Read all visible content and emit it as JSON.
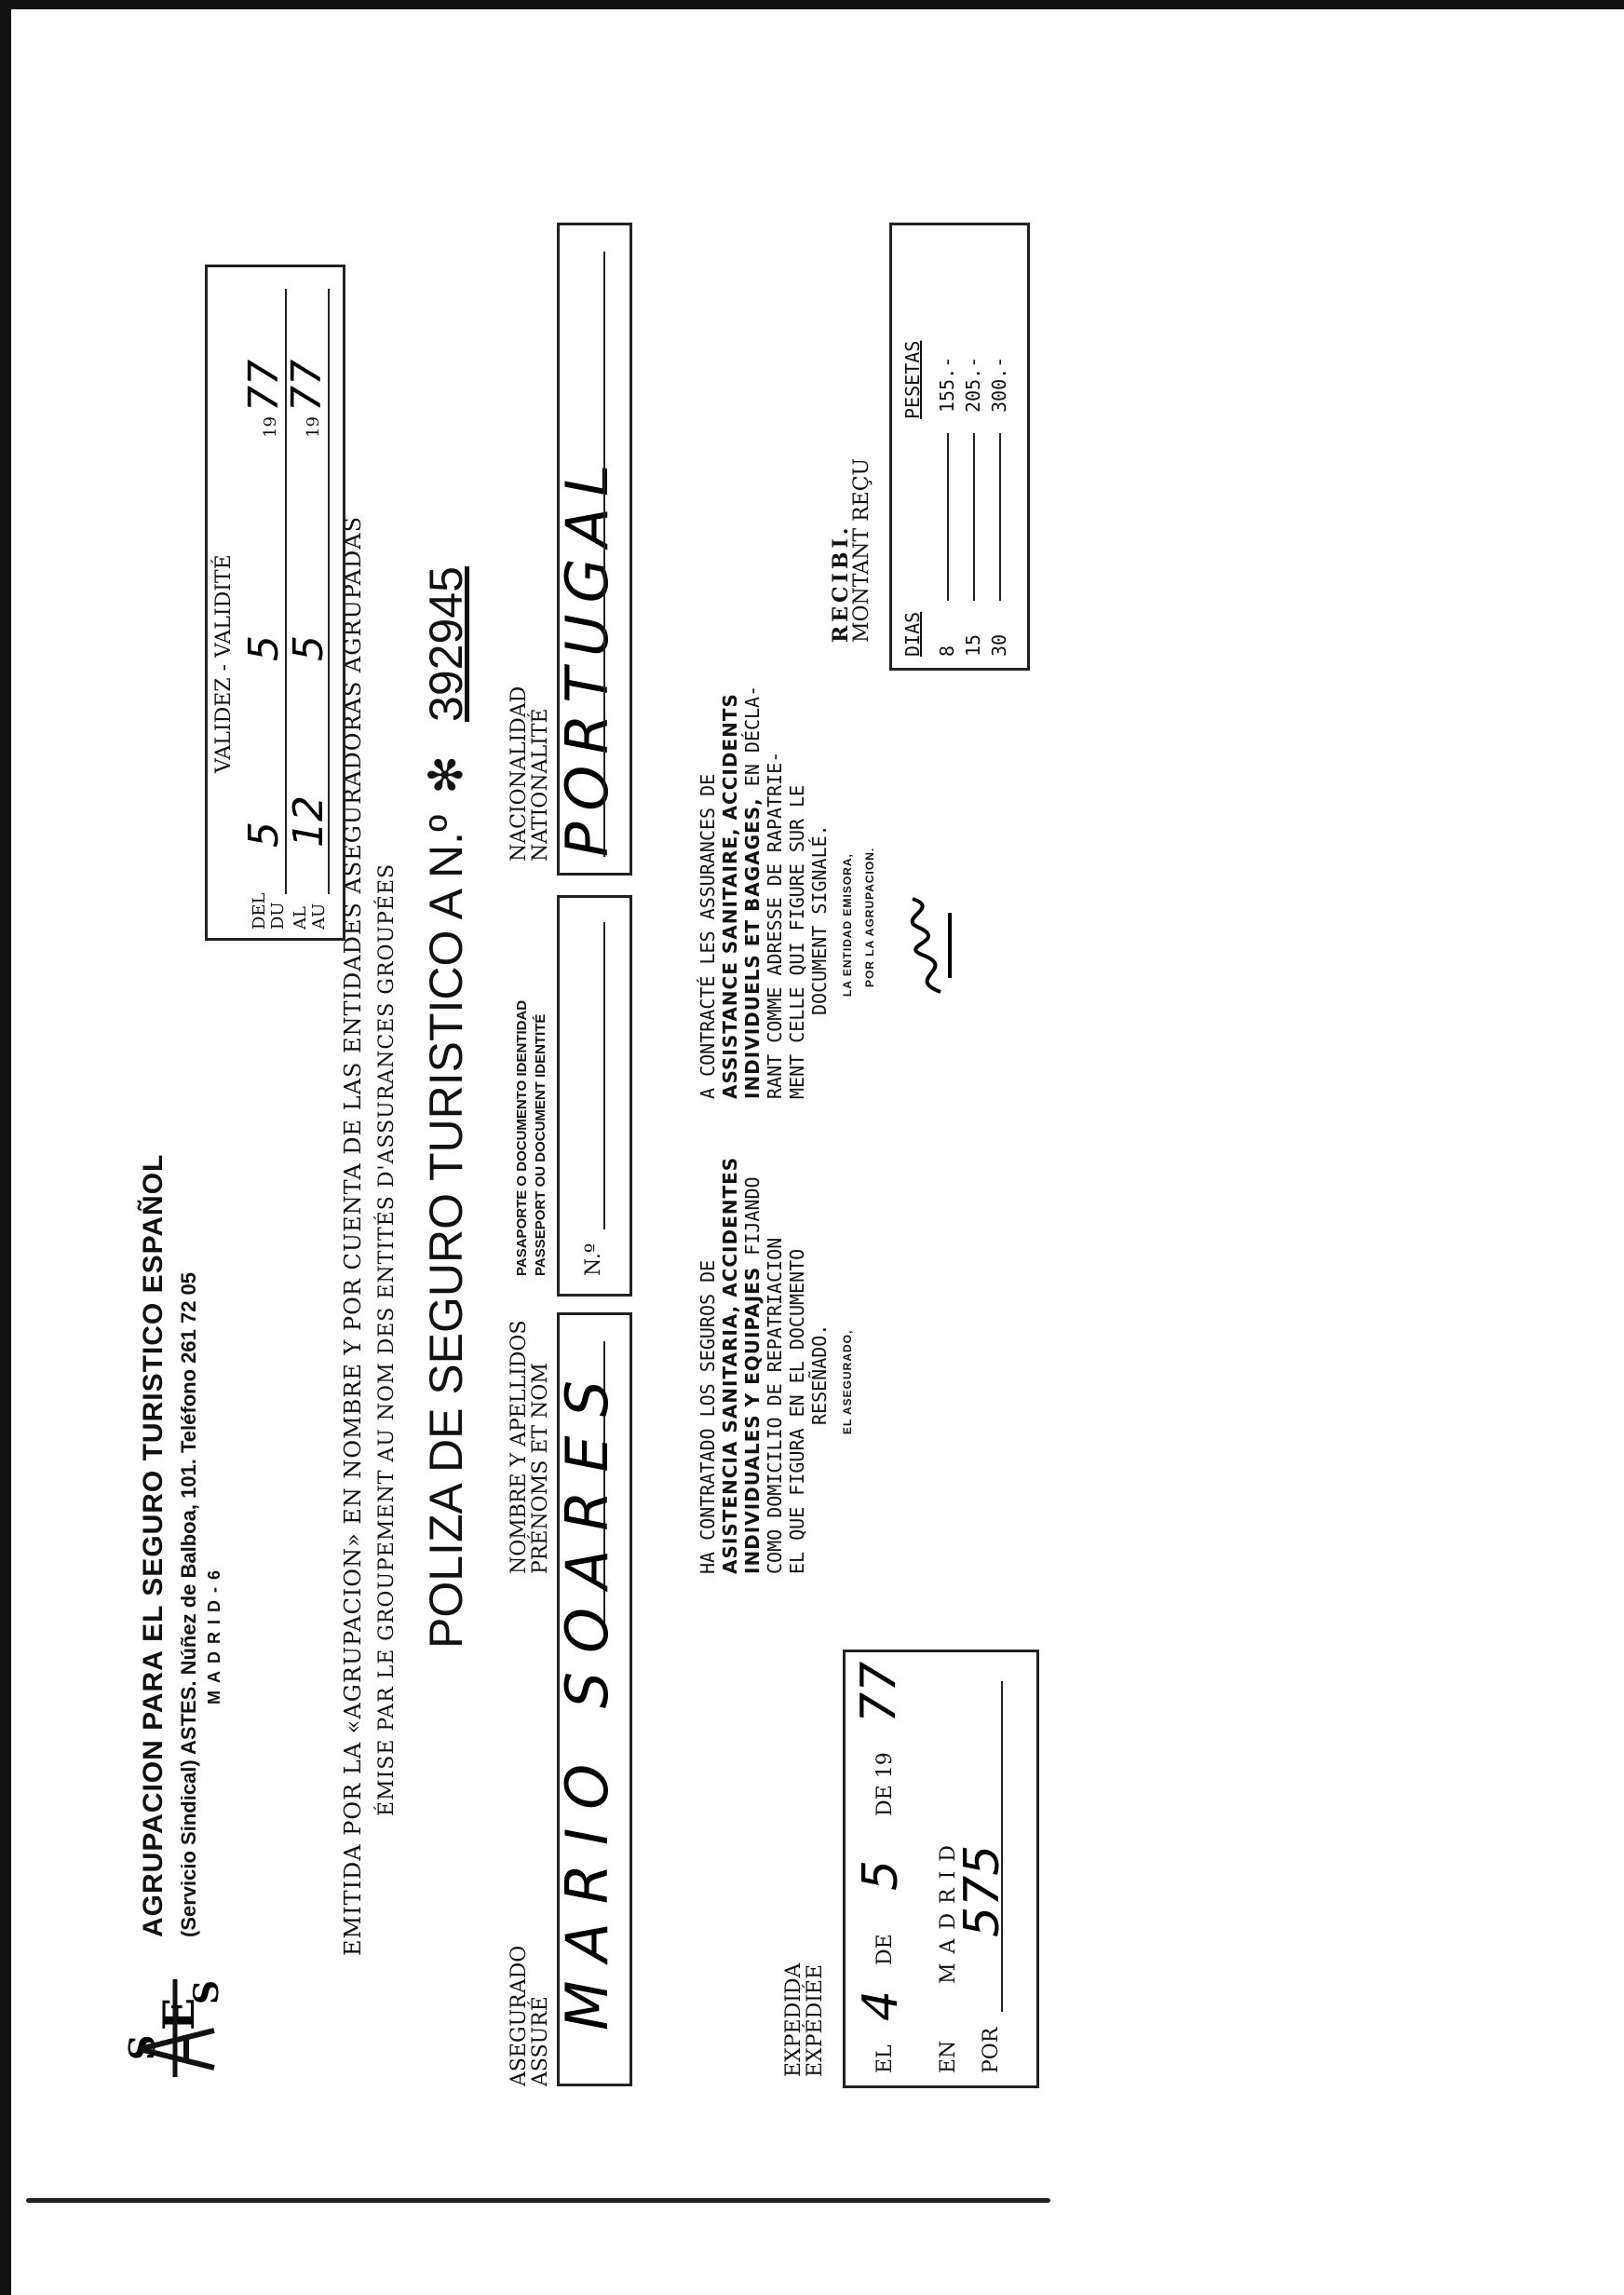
{
  "header": {
    "org_name": "AGRUPACION PARA EL SEGURO TURISTICO ESPAÑOL",
    "org_address": "(Servicio Sindical) ASTES. Núñez de Balboa, 101. Teléfono 261 72 05",
    "org_city": "MADRID-6",
    "logo_text": "ASTES"
  },
  "emission": {
    "line_es": "EMITIDA POR LA «AGRUPACION» EN NOMBRE Y POR CUENTA DE LAS ENTIDADES ASEGURADORAS AGRUPADAS",
    "line_fr": "ÉMISE PAR LE GROUPEMENT AU NOM DES ENTITÉS D'ASSURANCES GROUPÉES"
  },
  "title": {
    "text": "POLIZA DE SEGURO TURISTICO A N.º",
    "star": "✻",
    "number": "392945"
  },
  "validity": {
    "title": "VALIDEZ - VALIDITÉ",
    "del_label": "DEL",
    "du_label": "DU",
    "al_label": "AL",
    "au_label": "AU",
    "from_day": "5",
    "from_month": "5",
    "from_year_prefix": "19",
    "from_year": "77",
    "to_day": "12",
    "to_month": "5",
    "to_year_prefix": "19",
    "to_year": "77"
  },
  "insured": {
    "label_es": "ASEGURADO",
    "label_fr": "ASSURÉ",
    "name_label_es": "NOMBRE Y APELLIDOS",
    "name_label_fr": "PRÉNOMS ET NOM",
    "name_value": "MARIO SOARES"
  },
  "passport": {
    "label_es": "PASAPORTE O DOCUMENTO IDENTIDAD",
    "label_fr": "PASSEPORT OU DOCUMENT IDENTITÉ",
    "number_label": "N.º"
  },
  "nationality": {
    "label_es": "NACIONALIDAD",
    "label_fr": "NATIONALITÉ",
    "value": "PORTUGAL"
  },
  "issued": {
    "label_es": "EXPEDIDA",
    "label_fr": "EXPÉDIÉE",
    "el": "EL",
    "day": "4",
    "de1": "DE",
    "month": "5",
    "de2": "DE 19",
    "year": "77",
    "en": "EN",
    "city": "MADRID",
    "por": "POR",
    "por_value": "575"
  },
  "text_es": {
    "l1": "HA CONTRATADO LOS SEGUROS DE",
    "l2": "ASISTENCIA SANITARIA, ACCIDENTES",
    "l3a": "INDIVIDUALES Y EQUIPAJES",
    "l3b": " FIJANDO",
    "l4": "COMO DOMICILIO DE REPATRIACION",
    "l5": "EL QUE FIGURA EN EL DOCUMENTO",
    "l6": "RESEÑADO.",
    "sign": "EL ASEGURADO,"
  },
  "text_fr": {
    "l1": "A CONTRACTÉ LES ASSURANCES DE",
    "l2": "ASSISTANCE SANITAIRE, ACCIDENTS",
    "l3a": "INDIVIDUELS ET BAGAGES,",
    "l3b": " EN DÉCLA-",
    "l4": "RANT COMME ADRESSE DE RAPATRIE-",
    "l5": "MENT CELLE QUI FIGURE SUR LE",
    "l6": "DOCUMENT SIGNALÉ.",
    "sign1": "LA ENTIDAD EMISORA,",
    "sign2": "POR LA AGRUPACION."
  },
  "receipt": {
    "label_es": "RECIBI.",
    "label_fr": "MONTANT REÇU",
    "dias_header": "DIAS",
    "pesetas_header": "PESETAS",
    "rows": [
      {
        "dias": "8",
        "pesetas": "155.-"
      },
      {
        "dias": "15",
        "pesetas": "205.-"
      },
      {
        "dias": "30",
        "pesetas": "300.-"
      }
    ]
  }
}
